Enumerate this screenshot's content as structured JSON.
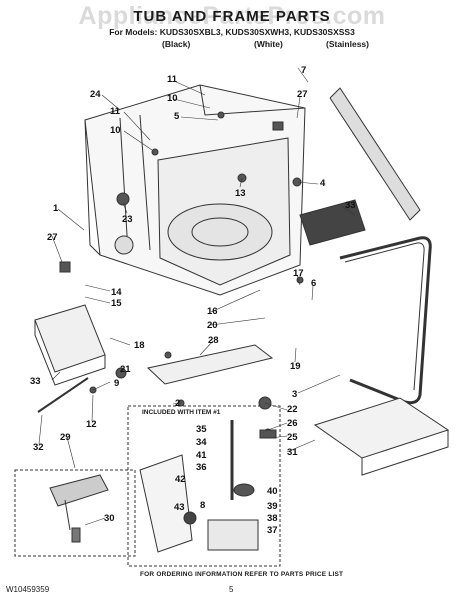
{
  "watermark": "AppliancePartsPros.com",
  "title": "TUB AND FRAME PARTS",
  "models_line": "For Models: KUDS30SXBL3, KUDS30SXWH3, KUDS30SXSS3",
  "variants": [
    "(Black)",
    "(White)",
    "(Stainless)"
  ],
  "inset_label": "INCLUDED WITH ITEM #1",
  "footer_note": "FOR ORDERING INFORMATION REFER TO PARTS PRICE LIST",
  "doc_number": "W10459359",
  "page_number": "5",
  "callouts": [
    "1",
    "2",
    "3",
    "4",
    "5",
    "6",
    "7",
    "8",
    "9",
    "10",
    "11",
    "12",
    "13",
    "14",
    "15",
    "16",
    "17",
    "18",
    "19",
    "20",
    "21",
    "22",
    "23",
    "24",
    "25",
    "26",
    "27",
    "28",
    "29",
    "30",
    "31",
    "32",
    "33",
    "34",
    "35",
    "36",
    "37",
    "38",
    "39",
    "40",
    "41",
    "42",
    "43"
  ]
}
